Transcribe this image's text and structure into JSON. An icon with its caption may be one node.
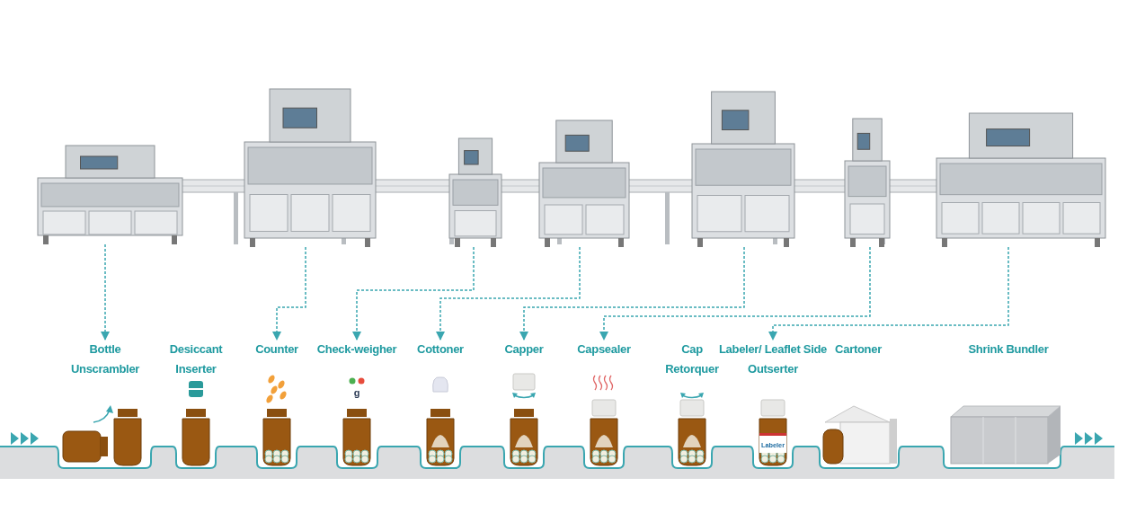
{
  "diagram": {
    "nodes": [
      {
        "text": [],
        "shape": "picture"
      },
      {
        "text": [],
        "shape": "picture"
      },
      {
        "text": [],
        "shape": "picture"
      },
      {
        "text": [],
        "shape": "picture"
      },
      {
        "text": [],
        "shape": "picture"
      },
      {
        "text": [],
        "shape": "picture"
      },
      {
        "text": [],
        "shape": "picture"
      },
      {
        "text": [
          "Bottle Unscrambler"
        ]
      },
      {
        "text": [
          "Counter"
        ]
      },
      {
        "text": [
          "Check-weigher"
        ]
      },
      {
        "text": [
          "Cottoner"
        ]
      },
      {
        "text": [
          "Capper"
        ]
      },
      {
        "text": [
          "Capsealer"
        ]
      },
      {
        "text": [
          "Labeler/ Leaflet Side Outserter"
        ]
      }
    ],
    "edges": [
      {
        "from": 0,
        "to": 7,
        "arrow": "to",
        "style": "dashed"
      },
      {
        "from": 1,
        "to": 8,
        "arrow": "to",
        "style": "dashed"
      },
      {
        "from": 2,
        "to": 9,
        "arrow": "to",
        "style": "dashed"
      },
      {
        "from": 3,
        "to": 10,
        "arrow": "to",
        "style": "dashed"
      },
      {
        "from": 4,
        "to": 11,
        "arrow": "to",
        "style": "dashed"
      },
      {
        "from": 5,
        "to": 12,
        "arrow": "to",
        "style": "dashed"
      },
      {
        "from": 6,
        "to": 13,
        "arrow": "to",
        "style": "dashed"
      }
    ],
    "labels": [
      "Desiccant Inserter",
      "Cap Retorquer",
      "Cartoner",
      "Shrink Bundler",
      "g",
      "Labeler"
    ]
  }
}
